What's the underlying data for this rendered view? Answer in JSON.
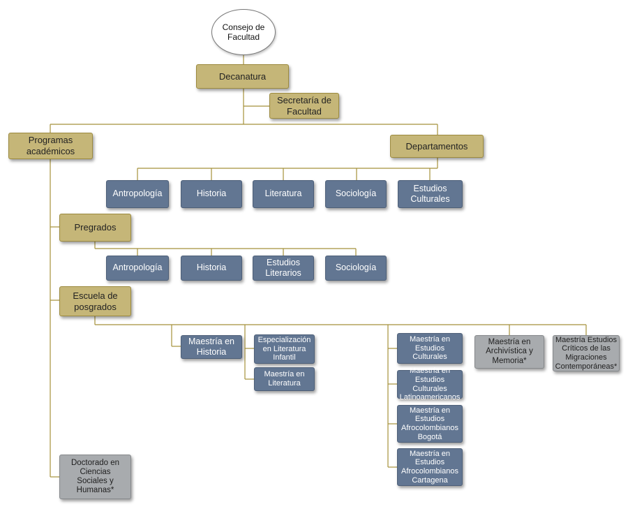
{
  "colors": {
    "gold": "#c5b678",
    "blue": "#627692",
    "gray": "#a8abae",
    "connector": "#a5913a"
  },
  "root": {
    "label": "Consejo de\nFacultad"
  },
  "dean": {
    "label": "Decanatura"
  },
  "secretary": {
    "label": "Secretaría de\nFacultad"
  },
  "programs": {
    "label": "Programas\nacadémicos"
  },
  "departments": {
    "label": "Departamentos",
    "items": [
      {
        "label": "Antropología"
      },
      {
        "label": "Historia"
      },
      {
        "label": "Literatura"
      },
      {
        "label": "Sociología"
      },
      {
        "label": "Estudios\nCulturales"
      }
    ]
  },
  "undergrad": {
    "label": "Pregrados",
    "items": [
      {
        "label": "Antropología"
      },
      {
        "label": "Historia"
      },
      {
        "label": "Estudios\nLiterarios"
      },
      {
        "label": "Sociología"
      }
    ]
  },
  "grad_school": {
    "label": "Escuela de\nposgrados",
    "history_ma": {
      "label": "Maestría en\nHistoria"
    },
    "lit_spec": {
      "label": "Especialización\nen Literatura\nInfantil"
    },
    "lit_ma": {
      "label": "Maestría en\nLiteratura"
    },
    "cultural": [
      {
        "label": "Maestría en\nEstudios\nCulturales"
      },
      {
        "label": "Maestría en\nEstudios Culturales\nLatinoamericanos"
      },
      {
        "label": "Maestría en\nEstudios\nAfrocolombianos\nBogotá"
      },
      {
        "label": "Maestría en\nEstudios\nAfrocolombianos\nCartagena"
      }
    ],
    "archive_ma": {
      "label": "Maestría en\nArchivística y\nMemoria*"
    },
    "migration_ma": {
      "label": "Maestría Estudios\nCríticos de las\nMigraciones\nContemporáneas*"
    }
  },
  "doctorate": {
    "label": "Doctorado en\nCiencias\nSociales y\nHumanas*"
  }
}
